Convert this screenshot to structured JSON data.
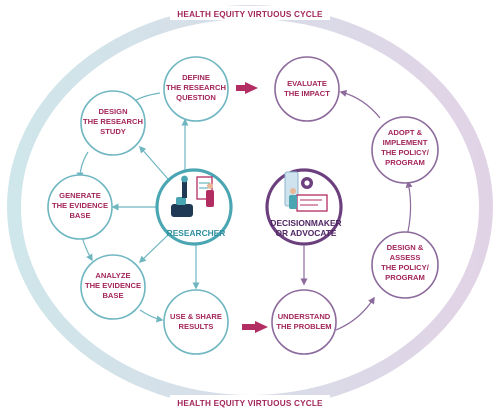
{
  "title_top": "HEALTH EQUITY VIRTUOUS CYCLE",
  "title_bottom": "HEALTH EQUITY VIRTUOUS CYCLE",
  "researcher": {
    "label": "RESEARCHER",
    "steps": [
      {
        "line1": "DEFINE",
        "line2": "THE RESEARCH",
        "line3": "QUESTION"
      },
      {
        "line1": "DESIGN",
        "line2": "THE RESEARCH",
        "line3": "STUDY"
      },
      {
        "line1": "GENERATE",
        "line2": "THE EVIDENCE",
        "line3": "BASE"
      },
      {
        "line1": "ANALYZE",
        "line2": "THE EVIDENCE",
        "line3": "BASE"
      },
      {
        "line1": "USE & SHARE",
        "line2": "RESULTS"
      }
    ]
  },
  "decisionmaker": {
    "label_line1": "DECISIONMAKER",
    "label_line2": "OR ADVOCATE",
    "steps": [
      {
        "line1": "EVALUATE",
        "line2": "THE IMPACT"
      },
      {
        "line1": "ADOPT &",
        "line2": "IMPLEMENT",
        "line3": "THE POLICY/",
        "line4": "PROGRAM"
      },
      {
        "line1": "DESIGN &",
        "line2": "ASSESS",
        "line3": "THE POLICY/",
        "line4": "PROGRAM"
      },
      {
        "line1": "UNDERSTAND",
        "line2": "THE PROBLEM"
      }
    ]
  },
  "colors": {
    "teal": "#4aa6b3",
    "purple": "#6c3f7f",
    "magenta": "#a3265a",
    "ring_teal": "#cfe6ea",
    "ring_purple": "#e1d3e6"
  }
}
